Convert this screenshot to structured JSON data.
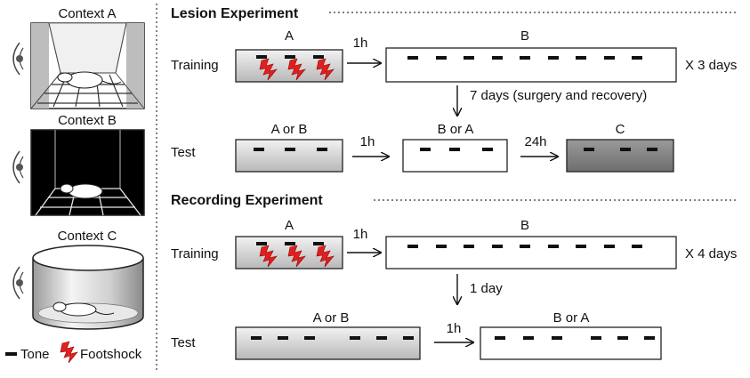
{
  "contexts": {
    "a": "Context A",
    "b": "Context B",
    "c": "Context C"
  },
  "legend": {
    "tone": "Tone",
    "footshock": "Footshock"
  },
  "lesion": {
    "title": "Lesion Experiment",
    "training": {
      "label": "Training",
      "box1_label": "A",
      "gap": "1h",
      "box2_label": "B",
      "repeat": "X 3 days"
    },
    "transition": "7 days (surgery and recovery)",
    "test": {
      "label": "Test",
      "box1_label": "A or B",
      "gap1": "1h",
      "box2_label": "B or A",
      "gap2": "24h",
      "box3_label": "C"
    }
  },
  "recording": {
    "title": "Recording Experiment",
    "training": {
      "label": "Training",
      "box1_label": "A",
      "gap": "1h",
      "box2_label": "B",
      "repeat": "X 4 days"
    },
    "transition": "1 day",
    "test": {
      "label": "Test",
      "box1_label": "A or B",
      "gap1": "1h",
      "box2_label": "B or A"
    }
  },
  "colors": {
    "tone": "#111111",
    "footshock": "#e02020",
    "context_a_fill": "#d9d9d9",
    "context_c_fill": "#7f7f7f"
  }
}
